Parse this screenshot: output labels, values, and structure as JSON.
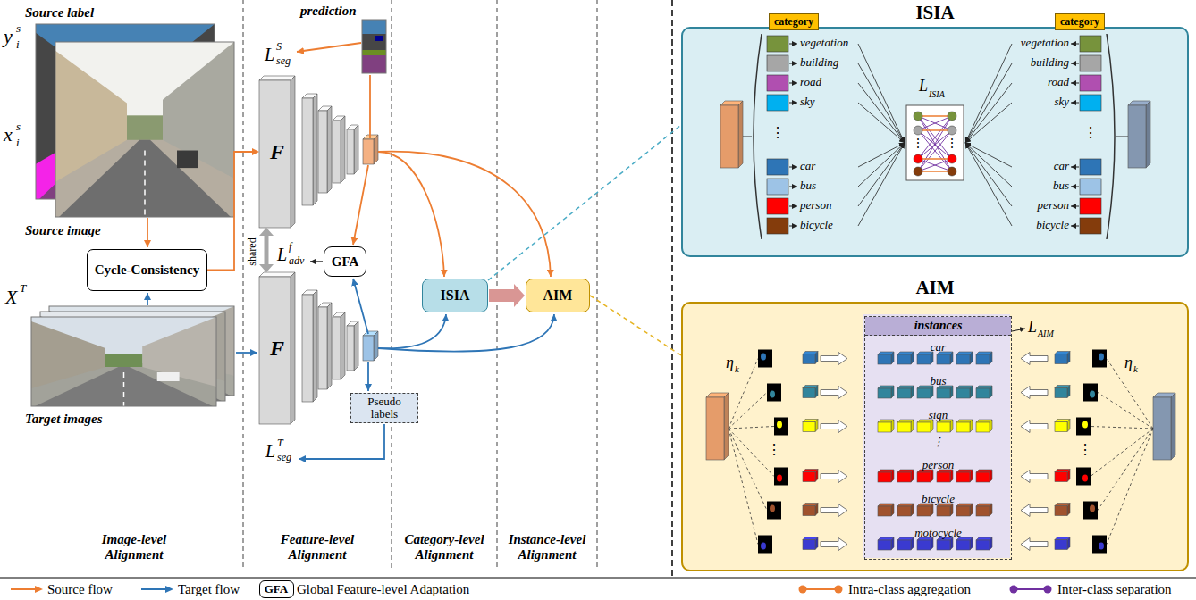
{
  "diagram": {
    "nodes": [
      {
        "text": [
          "Cycle-Consistency"
        ]
      },
      {
        "text": [
          "F"
        ]
      },
      {
        "text": [
          "GFA"
        ]
      },
      {
        "text": [
          "F"
        ]
      },
      {
        "text": [
          "Pseudo labels"
        ]
      },
      {
        "text": [
          "ISIA"
        ]
      },
      {
        "text": [
          "AIM"
        ]
      },
      {
        "text": [
          "ISIA"
        ]
      },
      {
        "text": [
          "category"
        ],
        "in": 7
      },
      {
        "text": [
          "category"
        ],
        "in": 7
      },
      {
        "text": [
          "AIM"
        ]
      },
      {
        "text": [
          "instances",
          "car",
          "bus",
          "sign",
          "⋮",
          "person",
          "bicycle",
          "motocycle"
        ],
        "in": 10
      },
      {
        "text": [
          "GFA"
        ]
      }
    ],
    "edges": [
      {
        "from": 0,
        "to": 1,
        "arrow": "to"
      },
      {
        "from": 1,
        "to": 3,
        "arrow": "both"
      },
      {
        "from": 5,
        "to": 6,
        "arrow": "to"
      },
      {
        "from": 5,
        "to": 7,
        "arrow": "none"
      },
      {
        "from": 6,
        "to": 10,
        "arrow": "none"
      }
    ],
    "labels": [
      "Source label",
      "y",
      "s",
      "i",
      "x",
      "s",
      "i",
      "Source image",
      "X",
      "T",
      "Target images",
      "prediction",
      "L",
      "S",
      "seg",
      "shared",
      "L",
      "f",
      "adv",
      "L",
      "T",
      "seg",
      "Image-level Alignment",
      "Feature-level Alignment",
      "Category-level Alignment",
      "Instance-level Alignment",
      "vegetation",
      "building",
      "road",
      "sky",
      "⋮",
      "car",
      "bus",
      "person",
      "bicycle",
      "vegetation",
      "building",
      "road",
      "sky",
      "⋮",
      "car",
      "bus",
      "person",
      "bicycle",
      "L",
      "ISIA",
      "⋮",
      "⋮",
      "η",
      "k",
      "η",
      "k",
      "L",
      "AIM",
      "⋮",
      "⋮"
    ],
    "legend": [
      {
        "text": "Source flow"
      },
      {
        "text": "Target flow"
      },
      {
        "text": "Global Feature-level Adaptation"
      },
      {
        "text": "Intra-class aggregation"
      },
      {
        "text": "Inter-class separation"
      }
    ]
  }
}
